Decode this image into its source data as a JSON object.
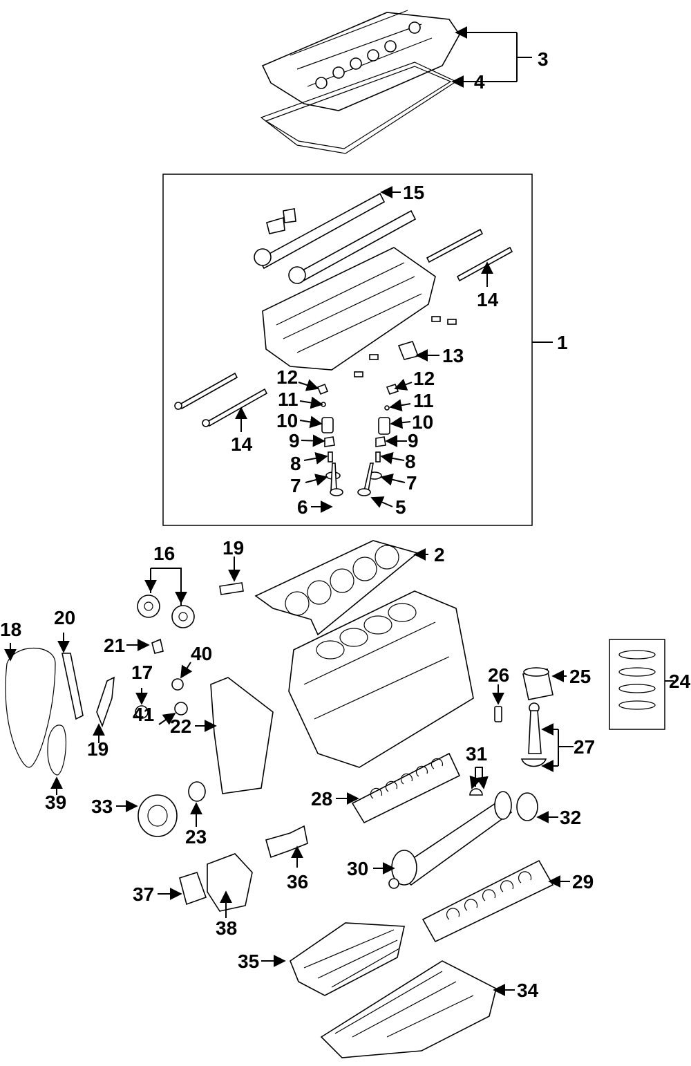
{
  "diagram": {
    "callouts": [
      {
        "id": "c1",
        "label": "1"
      },
      {
        "id": "c2",
        "label": "2"
      },
      {
        "id": "c3",
        "label": "3"
      },
      {
        "id": "c4",
        "label": "4"
      },
      {
        "id": "c5",
        "label": "5"
      },
      {
        "id": "c6",
        "label": "6"
      },
      {
        "id": "c7a",
        "label": "7"
      },
      {
        "id": "c7b",
        "label": "7"
      },
      {
        "id": "c8a",
        "label": "8"
      },
      {
        "id": "c8b",
        "label": "8"
      },
      {
        "id": "c9a",
        "label": "9"
      },
      {
        "id": "c9b",
        "label": "9"
      },
      {
        "id": "c10a",
        "label": "10"
      },
      {
        "id": "c10b",
        "label": "10"
      },
      {
        "id": "c11a",
        "label": "11"
      },
      {
        "id": "c11b",
        "label": "11"
      },
      {
        "id": "c12a",
        "label": "12"
      },
      {
        "id": "c12b",
        "label": "12"
      },
      {
        "id": "c13",
        "label": "13"
      },
      {
        "id": "c14a",
        "label": "14"
      },
      {
        "id": "c14b",
        "label": "14"
      },
      {
        "id": "c15",
        "label": "15"
      },
      {
        "id": "c16",
        "label": "16"
      },
      {
        "id": "c17",
        "label": "17"
      },
      {
        "id": "c18",
        "label": "18"
      },
      {
        "id": "c19a",
        "label": "19"
      },
      {
        "id": "c19b",
        "label": "19"
      },
      {
        "id": "c20",
        "label": "20"
      },
      {
        "id": "c21",
        "label": "21"
      },
      {
        "id": "c22",
        "label": "22"
      },
      {
        "id": "c23",
        "label": "23"
      },
      {
        "id": "c24",
        "label": "24"
      },
      {
        "id": "c25",
        "label": "25"
      },
      {
        "id": "c26",
        "label": "26"
      },
      {
        "id": "c27",
        "label": "27"
      },
      {
        "id": "c28",
        "label": "28"
      },
      {
        "id": "c29",
        "label": "29"
      },
      {
        "id": "c30",
        "label": "30"
      },
      {
        "id": "c31",
        "label": "31"
      },
      {
        "id": "c32",
        "label": "32"
      },
      {
        "id": "c33",
        "label": "33"
      },
      {
        "id": "c34",
        "label": "34"
      },
      {
        "id": "c35",
        "label": "35"
      },
      {
        "id": "c36",
        "label": "36"
      },
      {
        "id": "c37",
        "label": "37"
      },
      {
        "id": "c38",
        "label": "38"
      },
      {
        "id": "c39",
        "label": "39"
      },
      {
        "id": "c40",
        "label": "40"
      },
      {
        "id": "c41",
        "label": "41"
      }
    ]
  }
}
